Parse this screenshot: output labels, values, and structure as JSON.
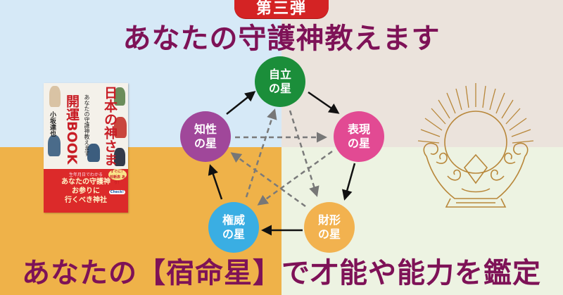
{
  "background": {
    "quadrants": {
      "top_left": "#d6e9f7",
      "top_right": "#ebe3dc",
      "bottom_left": "#efb249",
      "bottom_right": "#edf3e2"
    }
  },
  "badge": {
    "label": "第三弾",
    "color": "#d42324"
  },
  "headline": {
    "text": "あなたの守護神教えます",
    "color": "#7e1257"
  },
  "footer": {
    "text": "あなたの【宿命星】で才能や能力を鑑定",
    "color": "#7e1257"
  },
  "book": {
    "title_line1": "日本の神さま",
    "title_line2": "開運BOOK",
    "subtitle": "あなたの守護神教えます",
    "author": "小坂達也",
    "band_small": "生年月日でわかる",
    "band_lines": [
      "あなたの守護神",
      "お参りに",
      "行くべき神社"
    ],
    "band_badge": "すぐに！ 診断表 あり！",
    "band_check": "Check!"
  },
  "diagram": {
    "nodes": [
      {
        "id": "jiritsu",
        "line1": "自立",
        "line2": "の星",
        "color": "#1b8e3a"
      },
      {
        "id": "hyogen",
        "line1": "表現",
        "line2": "の星",
        "color": "#e24a93"
      },
      {
        "id": "zaikei",
        "line1": "財形",
        "line2": "の星",
        "color": "#f2b24f"
      },
      {
        "id": "ken-i",
        "line1": "権威",
        "line2": "の星",
        "color": "#3aaee3"
      },
      {
        "id": "chisei",
        "line1": "知性",
        "line2": "の星",
        "color": "#a0479a"
      }
    ],
    "solid_arrows": [
      [
        "chisei",
        "jiritsu"
      ],
      [
        "jiritsu",
        "hyogen"
      ],
      [
        "hyogen",
        "zaikei"
      ],
      [
        "zaikei",
        "ken-i"
      ],
      [
        "ken-i",
        "chisei"
      ]
    ],
    "dashed_arrows": [
      [
        "chisei",
        "hyogen"
      ],
      [
        "jiritsu",
        "zaikei"
      ],
      [
        "hyogen",
        "ken-i"
      ],
      [
        "zaikei",
        "chisei"
      ],
      [
        "ken-i",
        "jiritsu"
      ]
    ]
  },
  "illustration": {
    "name": "rising-sun-ornament",
    "color": "#b8873a"
  }
}
